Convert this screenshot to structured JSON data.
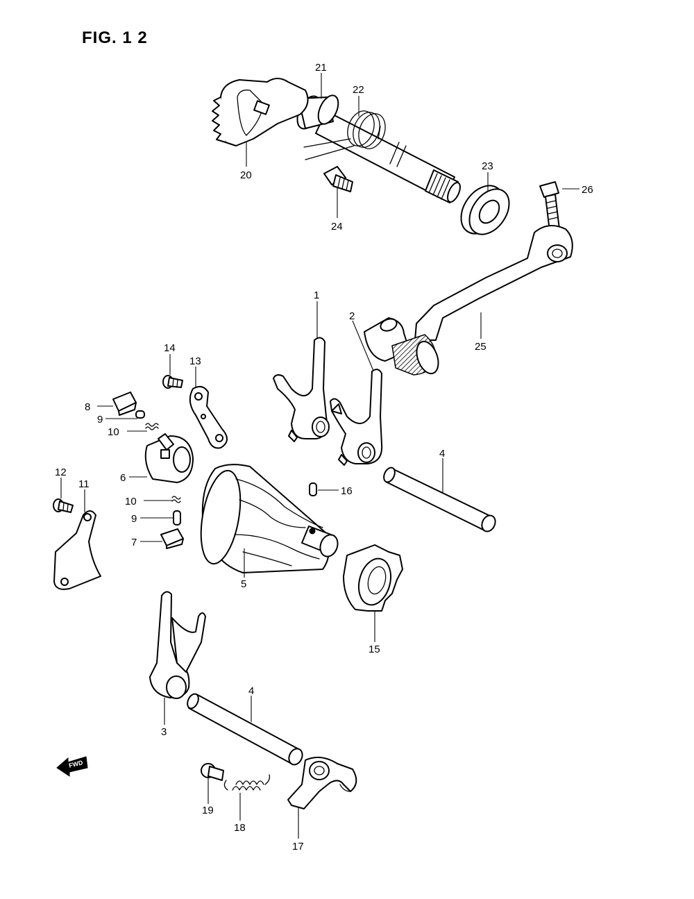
{
  "figure": {
    "title": "FIG. 1 2"
  },
  "direction_arrow": {
    "label": "FWD",
    "icon": "forward-arrow-icon"
  },
  "callouts": {
    "c1": "1",
    "c2": "2",
    "c3": "3",
    "c4a": "4",
    "c4b": "4",
    "c5": "5",
    "c6": "6",
    "c7": "7",
    "c8": "8",
    "c9a": "9",
    "c9b": "9",
    "c10a": "10",
    "c10b": "10",
    "c11": "11",
    "c12": "12",
    "c13": "13",
    "c14": "14",
    "c15": "15",
    "c16": "16",
    "c17": "17",
    "c18": "18",
    "c19": "19",
    "c20": "20",
    "c21": "21",
    "c22": "22",
    "c23": "23",
    "c24": "24",
    "c25": "25",
    "c26": "26"
  }
}
